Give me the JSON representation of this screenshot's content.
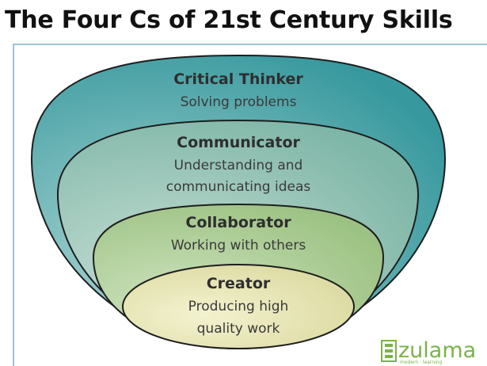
{
  "title": "The Four Cs of 21st Century Skills",
  "layers": [
    {
      "heading": "Critical Thinker",
      "lines": [
        "Solving problems"
      ],
      "color": "#3d9fa3"
    },
    {
      "heading": "Communicator",
      "lines": [
        "Understanding and",
        "communicating ideas"
      ],
      "color": "#8fc0a8"
    },
    {
      "heading": "Collaborator",
      "lines": [
        "Working with others"
      ],
      "color": "#a8c98f"
    },
    {
      "heading": "Creator",
      "lines": [
        "Producing high",
        "quality work"
      ],
      "color": "#e2e1ab"
    }
  ],
  "logo": {
    "text": "zulama",
    "tagline": "modern · learning",
    "color": "#7bb24a"
  }
}
